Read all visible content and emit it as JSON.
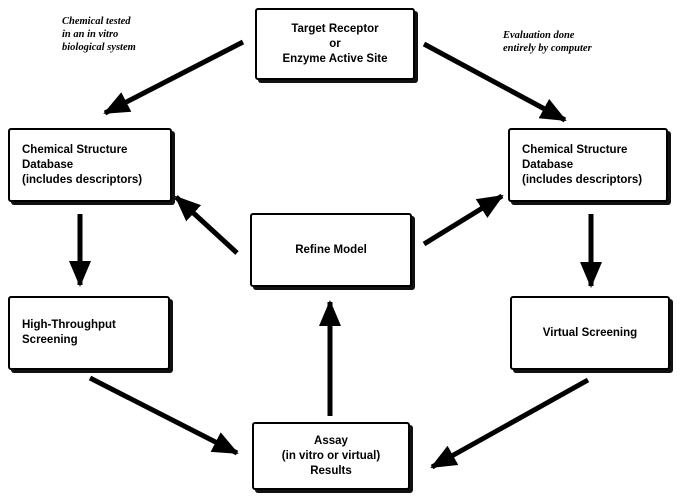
{
  "nodes": {
    "target": {
      "lines": [
        "Target Receptor",
        "or",
        "Enzyme Active Site"
      ]
    },
    "db_left": {
      "lines": [
        "Chemical Structure",
        "Database",
        "(includes descriptors)"
      ]
    },
    "db_right": {
      "lines": [
        "Chemical Structure",
        "Database",
        "(includes descriptors)"
      ]
    },
    "refine": {
      "lines": [
        "Refine Model"
      ]
    },
    "hts": {
      "lines": [
        "High-Throughput",
        "Screening"
      ]
    },
    "virtual": {
      "lines": [
        "Virtual Screening"
      ]
    },
    "assay": {
      "lines": [
        "Assay",
        "(in vitro or virtual)",
        "Results"
      ]
    }
  },
  "annotations": {
    "left": {
      "lines": [
        "Chemical tested",
        "in an in vitro",
        "biological system"
      ]
    },
    "right": {
      "lines": [
        "Evaluation done",
        "entirely by computer"
      ]
    }
  },
  "edges": [
    {
      "from": "target",
      "to": "db_left"
    },
    {
      "from": "target",
      "to": "db_right"
    },
    {
      "from": "db_left",
      "to": "hts"
    },
    {
      "from": "db_right",
      "to": "virtual"
    },
    {
      "from": "hts",
      "to": "assay"
    },
    {
      "from": "virtual",
      "to": "assay"
    },
    {
      "from": "assay",
      "to": "refine"
    },
    {
      "from": "refine",
      "to": "db_left"
    },
    {
      "from": "refine",
      "to": "db_right"
    }
  ]
}
